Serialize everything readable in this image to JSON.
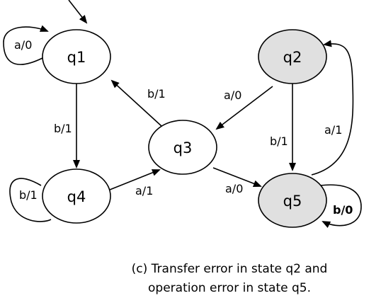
{
  "colors": {
    "stroke": "#000000",
    "normal_state_fill": "#ffffff",
    "error_state_fill": "#e0e0e0"
  },
  "states": [
    {
      "id": "q1",
      "label": "q1",
      "highlighted": false
    },
    {
      "id": "q2",
      "label": "q2",
      "highlighted": true
    },
    {
      "id": "q3",
      "label": "q3",
      "highlighted": false
    },
    {
      "id": "q4",
      "label": "q4",
      "highlighted": false
    },
    {
      "id": "q5",
      "label": "q5",
      "highlighted": true
    }
  ],
  "transitions": [
    {
      "from": "q1",
      "to": "q1",
      "label": "a/0",
      "bold": false
    },
    {
      "from": "q1",
      "to": "q4",
      "label": "b/1",
      "bold": false
    },
    {
      "from": "q4",
      "to": "q4",
      "label": "b/1",
      "bold": false
    },
    {
      "from": "q4",
      "to": "q3",
      "label": "a/1",
      "bold": false
    },
    {
      "from": "q3",
      "to": "q1",
      "label": "b/1",
      "bold": false
    },
    {
      "from": "q2",
      "to": "q3",
      "label": "a/0",
      "bold": false
    },
    {
      "from": "q3",
      "to": "q5",
      "label": "a/0",
      "bold": false
    },
    {
      "from": "q2",
      "to": "q5",
      "label": "b/1",
      "bold": false
    },
    {
      "from": "q5",
      "to": "q2",
      "label": "a/1",
      "bold": false
    },
    {
      "from": "q5",
      "to": "q5",
      "label": "b/0",
      "bold": true
    }
  ],
  "initial_state": "q1",
  "caption": {
    "line1": "(c) Transfer error in state q2 and",
    "line2": "operation error in state q5."
  }
}
